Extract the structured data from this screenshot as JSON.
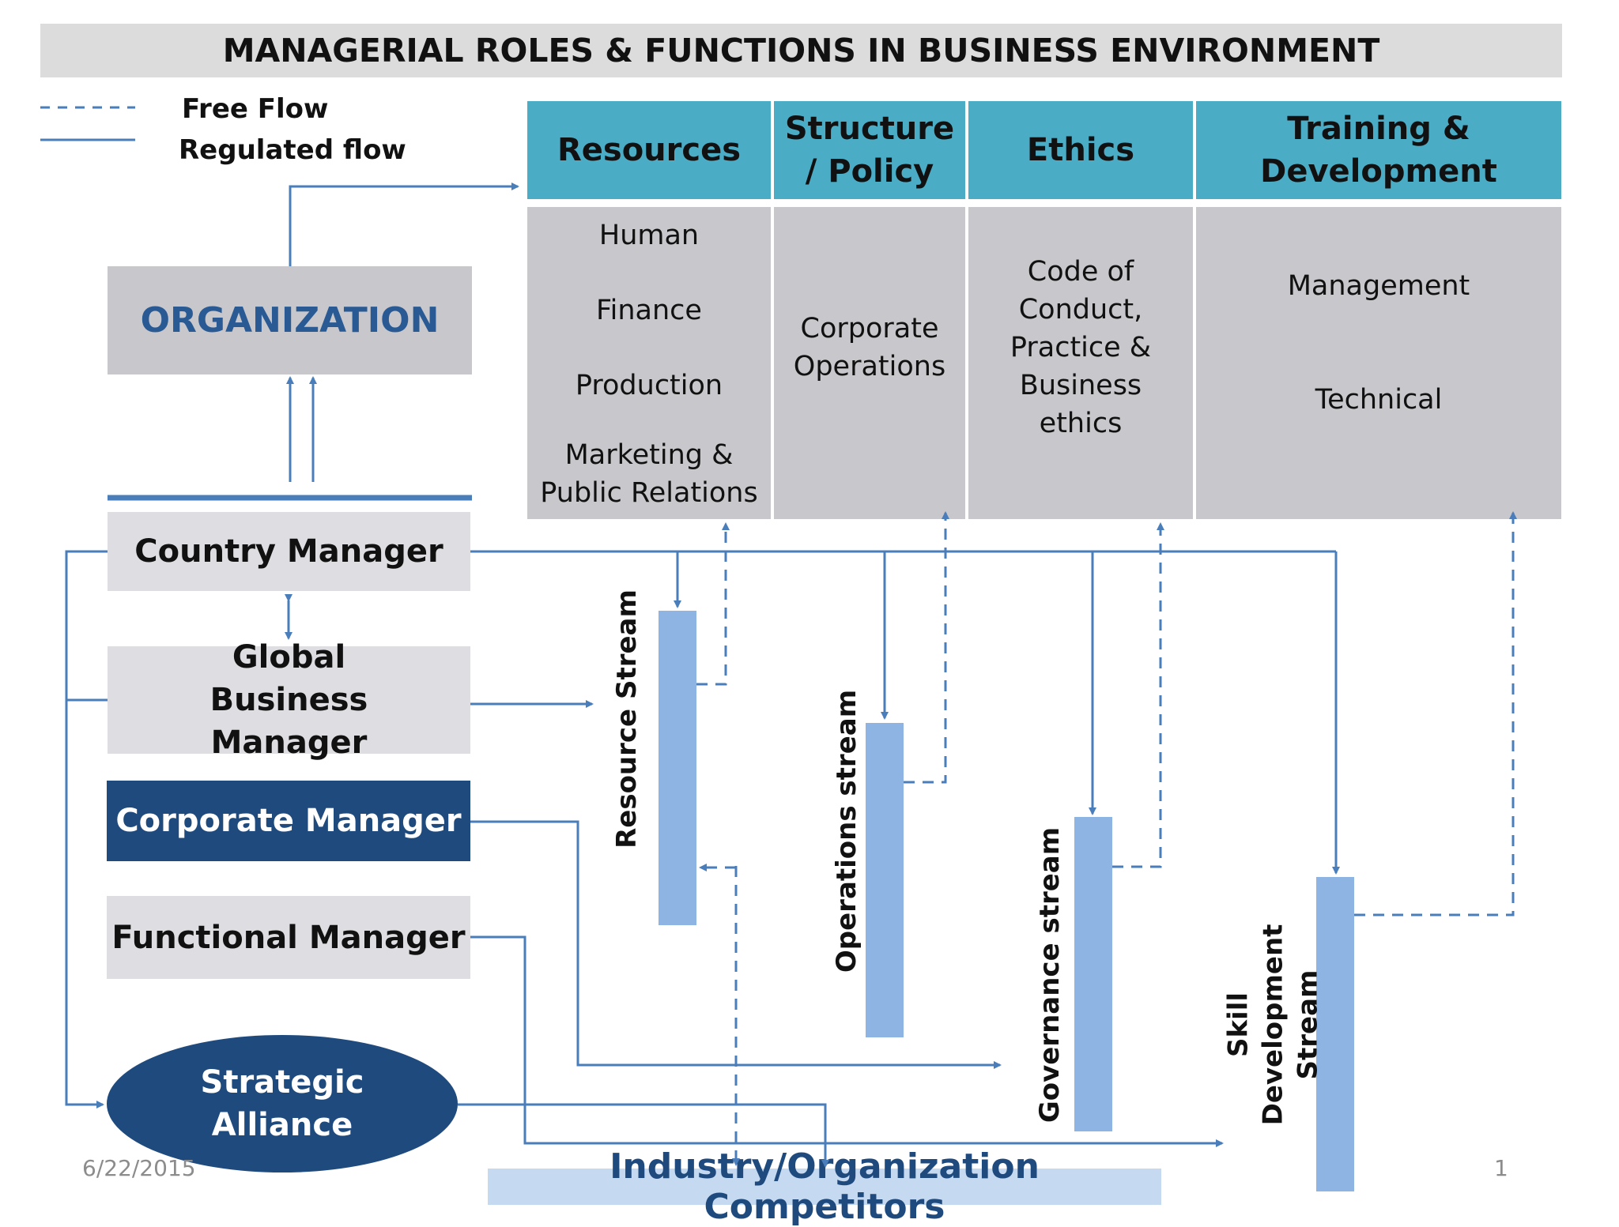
{
  "title": "MANAGERIAL ROLES & FUNCTIONS IN BUSINESS ENVIRONMENT",
  "legend": {
    "free_flow": "Free Flow",
    "regulated_flow": "Regulated flow"
  },
  "table": {
    "headers": [
      "Resources",
      "Structure / Policy",
      "Ethics",
      "Training & Development"
    ],
    "resources": [
      "Human",
      "Finance",
      "Production",
      "Marketing & Public Relations"
    ],
    "structure": "Corporate Operations",
    "ethics": "Code of Conduct, Practice & Business ethics",
    "training": [
      "Management",
      "Technical"
    ]
  },
  "organization": "ORGANIZATION",
  "roles": {
    "country_manager": "Country Manager",
    "global_business_manager": "Global Business Manager",
    "corporate_manager": "Corporate Manager",
    "functional_manager": "Functional Manager",
    "strategic_alliance": "Strategic Alliance"
  },
  "streams": {
    "resource": "Resource Stream",
    "operations": "Operations  stream",
    "governance": "Governance stream",
    "skill": "Skill Development Stream"
  },
  "competitors": "Industry/Organization Competitors",
  "footer": {
    "date": "6/22/2015",
    "page": "1"
  },
  "colors": {
    "header": "#4bacc6",
    "cell": "#c8c8cc",
    "stream": "#8db4e2",
    "dark": "#1f4a7e",
    "line": "#4a7ebb"
  }
}
